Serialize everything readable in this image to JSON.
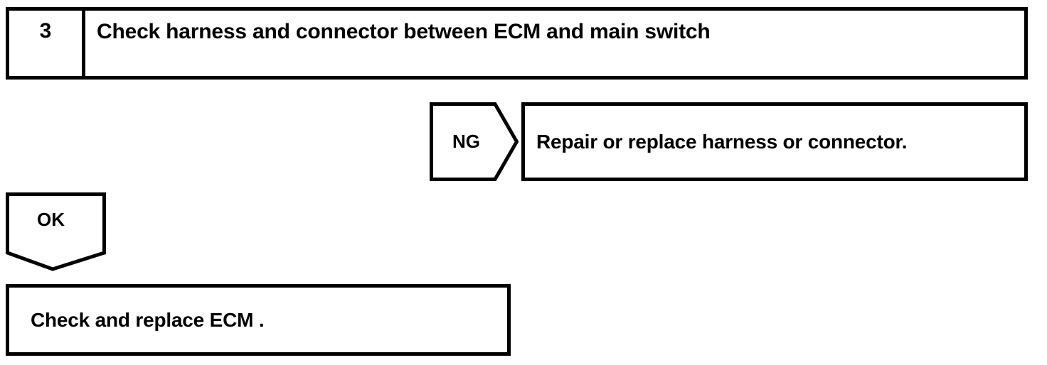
{
  "flowchart": {
    "step": {
      "number": "3",
      "instruction": "Check harness and connector between ECM and main switch"
    },
    "branches": [
      {
        "label": "NG",
        "direction": "right",
        "result": "Repair or replace harness or connector."
      },
      {
        "label": "OK",
        "direction": "down",
        "result": "Check and replace ECM ."
      }
    ],
    "colors": {
      "stroke": "#000000",
      "background": "#ffffff",
      "text": "#000000"
    }
  }
}
